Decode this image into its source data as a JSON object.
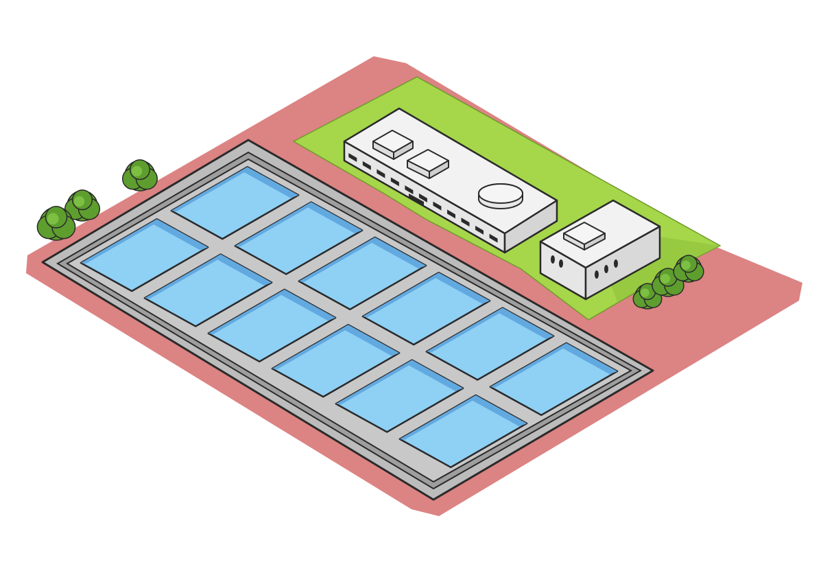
{
  "scene": {
    "subject": "water-treatment-plant",
    "basins": {
      "rows": 2,
      "columns": 6,
      "count": 12
    },
    "buildings": 2,
    "trees": 6
  },
  "colors": {
    "background": "#ffffff",
    "ground": "#dc8383",
    "lawn": "#a6d64a",
    "lawn_shade": "#8ec23c",
    "concrete": "#bcbcbc",
    "concrete_edge": "#9e9e9e",
    "water": "#8fd0f5",
    "water_shade": "#62a9e0",
    "building_top": "#f2f2f2",
    "building_side": "#d9d9d9",
    "building_front": "#e6e6e6",
    "tree": "#5e9e2e",
    "tree_dark": "#3f7a1f",
    "outline": "#2a2a2a"
  }
}
